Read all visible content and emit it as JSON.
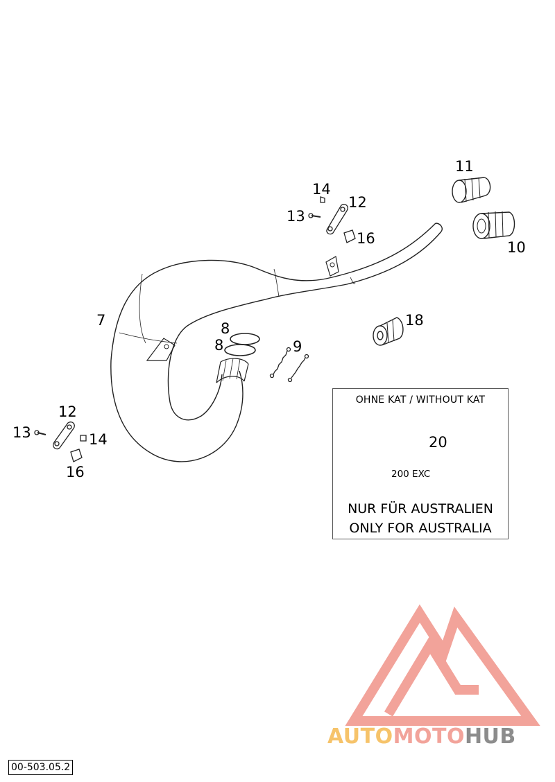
{
  "callouts": {
    "part_7": "7",
    "part_8_upper": "8",
    "part_8_lower": "8",
    "part_9": "9",
    "part_10": "10",
    "part_11": "11",
    "part_12_top": "12",
    "part_13_top": "13",
    "part_14_top": "14",
    "part_16_top": "16",
    "part_12_left": "12",
    "part_13_left": "13",
    "part_14_left": "14",
    "part_16_left": "16",
    "part_18": "18",
    "part_20": "20"
  },
  "without_kat_box": {
    "title": "OHNE KAT / WITHOUT KAT",
    "model": "200 EXC",
    "note_de": "NUR FÜR AUSTRALIEN",
    "note_en": "ONLY FOR AUSTRALIA"
  },
  "reference_code": "00-503.05.2",
  "watermark": {
    "part1": "AUTO",
    "part2": "MOTO",
    "part3": "HUB",
    "colors": {
      "auto": "#f6c36a",
      "moto": "#f2a39a",
      "hub": "#8c8c8c",
      "logo": "#f2a39a"
    }
  }
}
